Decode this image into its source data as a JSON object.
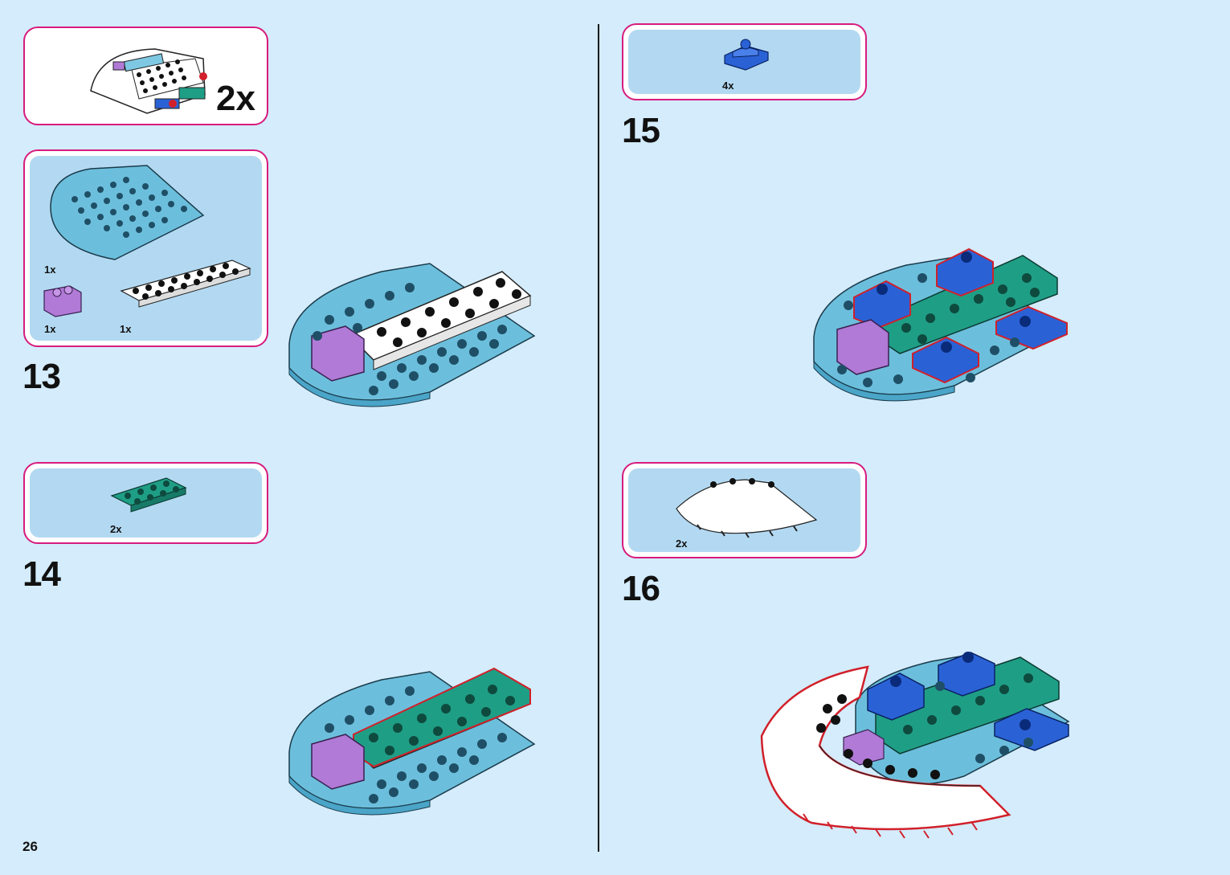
{
  "page": {
    "number": "26"
  },
  "submodel_callout": {
    "multiplier": "2x"
  },
  "steps": [
    {
      "number": "13",
      "parts": [
        {
          "qty": "1x",
          "name": "light-blue-round-plate"
        },
        {
          "qty": "1x",
          "name": "purple-brick-1x2"
        },
        {
          "qty": "1x",
          "name": "white-plate-2x8"
        }
      ]
    },
    {
      "number": "14",
      "parts": [
        {
          "qty": "2x",
          "name": "teal-plate-2x4"
        }
      ]
    },
    {
      "number": "15",
      "parts": [
        {
          "qty": "4x",
          "name": "blue-slope-plate"
        }
      ]
    },
    {
      "number": "16",
      "parts": [
        {
          "qty": "2x",
          "name": "white-curved-wedge"
        }
      ]
    }
  ],
  "colors": {
    "background": "#d4ecfb",
    "callout_border": "#d81b7e",
    "callout_fill": "#b3d9f2",
    "light_blue": "#6cbfdc",
    "teal": "#1f9e86",
    "purple": "#b07ad6",
    "blue": "#2a62d6",
    "white": "#ffffff",
    "highlight": "#d1202a"
  }
}
